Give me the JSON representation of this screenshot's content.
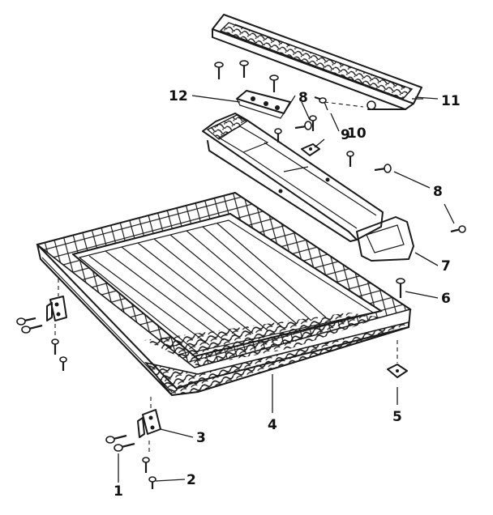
{
  "diagram": {
    "callouts": [
      {
        "id": "c1",
        "text": "1"
      },
      {
        "id": "c2",
        "text": "2"
      },
      {
        "id": "c3",
        "text": "3"
      },
      {
        "id": "c4",
        "text": "4"
      },
      {
        "id": "c5",
        "text": "5"
      },
      {
        "id": "c6",
        "text": "6"
      },
      {
        "id": "c7",
        "text": "7"
      },
      {
        "id": "c8a",
        "text": "8"
      },
      {
        "id": "c8b",
        "text": "8"
      },
      {
        "id": "c9",
        "text": "9"
      },
      {
        "id": "c10",
        "text": "10"
      },
      {
        "id": "c11",
        "text": "11"
      },
      {
        "id": "c12",
        "text": "12"
      }
    ]
  }
}
